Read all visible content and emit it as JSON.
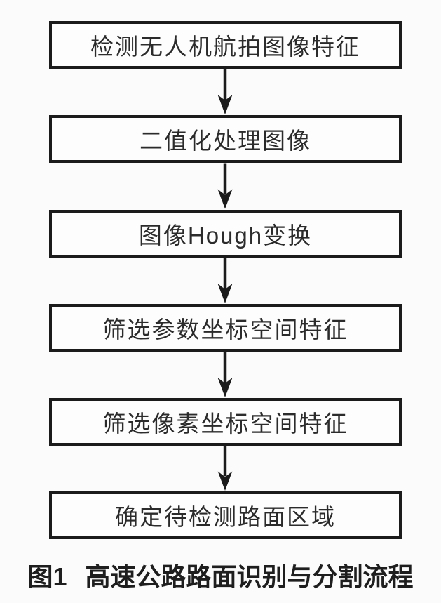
{
  "flowchart": {
    "steps": [
      {
        "label": "检测无人机航拍图像特征"
      },
      {
        "label": "二值化处理图像"
      },
      {
        "label": "图像Hough变换"
      },
      {
        "label": "筛选参数坐标空间特征"
      },
      {
        "label": "筛选像素坐标空间特征"
      },
      {
        "label": "确定待检测路面区域"
      }
    ]
  },
  "caption": {
    "figure_no": "图1",
    "title": "高速公路路面识别与分割流程"
  },
  "colors": {
    "line": "#1b1b1b",
    "text": "#2b2b2b",
    "background": "#fbfbfb",
    "box_fill": "#fdfdfd"
  }
}
